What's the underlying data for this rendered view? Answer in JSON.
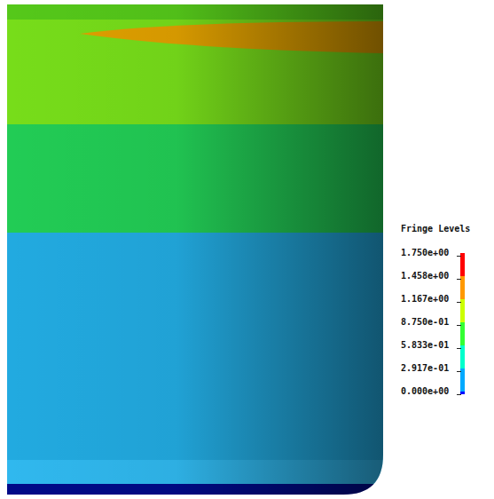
{
  "diagram": {
    "labels": [
      "Fringe Levels"
    ],
    "legend": [
      {
        "text": "1.750e+00",
        "color": "#ff0000"
      },
      {
        "text": "1.458e+00",
        "color": "#ff9900"
      },
      {
        "text": "1.167e+00",
        "color": "#ccff00"
      },
      {
        "text": "8.750e-01",
        "color": "#33ff33"
      },
      {
        "text": "5.833e-01",
        "color": "#00ffcc"
      },
      {
        "text": "2.917e-01",
        "color": "#00aaff"
      },
      {
        "text": "0.000e+00",
        "color": "#0000ff"
      }
    ]
  }
}
